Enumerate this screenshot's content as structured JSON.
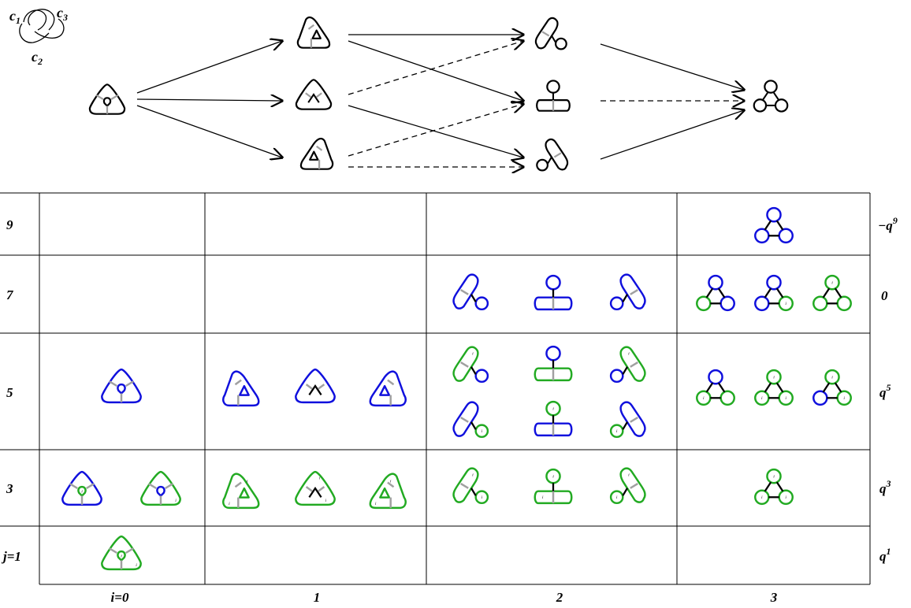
{
  "knot_diagram": {
    "crossing_labels": [
      "c",
      "c",
      "c"
    ],
    "crossing_subscripts": [
      "1",
      "2",
      "3"
    ]
  },
  "colors": {
    "black": "#000000",
    "blue": "#1010dd",
    "green": "#22aa22",
    "gray": "#a0a0a0"
  },
  "table": {
    "row_labels": [
      "9",
      "7",
      "5",
      "3",
      "j=1"
    ],
    "col_labels": [
      "i=0",
      "1",
      "2",
      "3"
    ],
    "euler_labels": [
      {
        "prefix": "−q",
        "exp": "9"
      },
      {
        "prefix": "0",
        "exp": ""
      },
      {
        "prefix": "q",
        "exp": "5"
      },
      {
        "prefix": "q",
        "exp": "3"
      },
      {
        "prefix": "q",
        "exp": "1"
      }
    ],
    "marker_glyph": "i"
  }
}
